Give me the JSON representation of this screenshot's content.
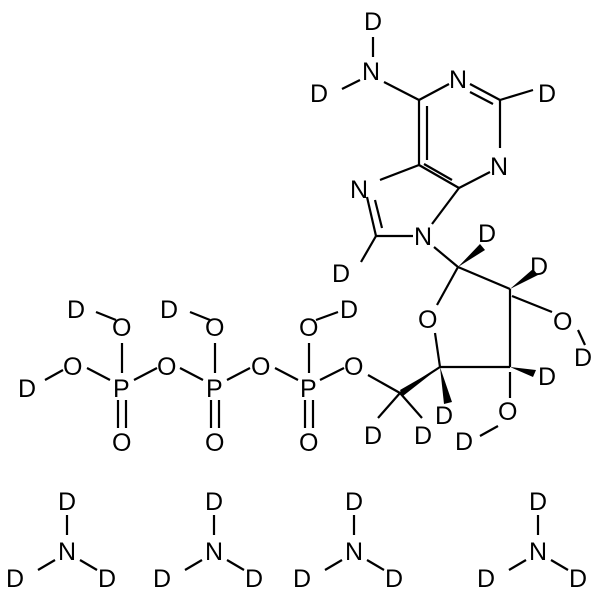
{
  "molecule": {
    "atoms": {
      "n6": "N",
      "d_n6_top": "D",
      "d_n6_left": "D",
      "n1": "N",
      "d_c2": "D",
      "n3": "N",
      "n7": "N",
      "n9": "N",
      "d_c8": "D",
      "d_c1p": "D",
      "d_c2p": "D",
      "o2p": "O",
      "d_o2p": "D",
      "o4p": "O",
      "d_c4p": "D",
      "d_c3p": "D",
      "o3p": "O",
      "d_o3p": "D",
      "d_c5p_a": "D",
      "d_c5p_b": "D",
      "o5p": "O",
      "pa": "P",
      "pa_oh": "O",
      "pa_oh_d": "D",
      "pa_dbl_o": "O",
      "o_ab": "O",
      "pb": "P",
      "pb_oh": "O",
      "pb_oh_d": "D",
      "pb_dbl_o": "O",
      "o_bg": "O",
      "pg": "P",
      "pg_oh_top": "O",
      "pg_oh_top_d": "D",
      "pg_oh_left": "O",
      "pg_oh_left_d": "D",
      "pg_dbl_o": "O"
    },
    "ammonia": [
      {
        "n": "N",
        "d_top": "D",
        "d_left": "D",
        "d_right": "D"
      },
      {
        "n": "N",
        "d_top": "D",
        "d_left": "D",
        "d_right": "D"
      },
      {
        "n": "N",
        "d_top": "D",
        "d_left": "D",
        "d_right": "D"
      },
      {
        "n": "N",
        "d_top": "D",
        "d_left": "D",
        "d_right": "D"
      }
    ]
  }
}
